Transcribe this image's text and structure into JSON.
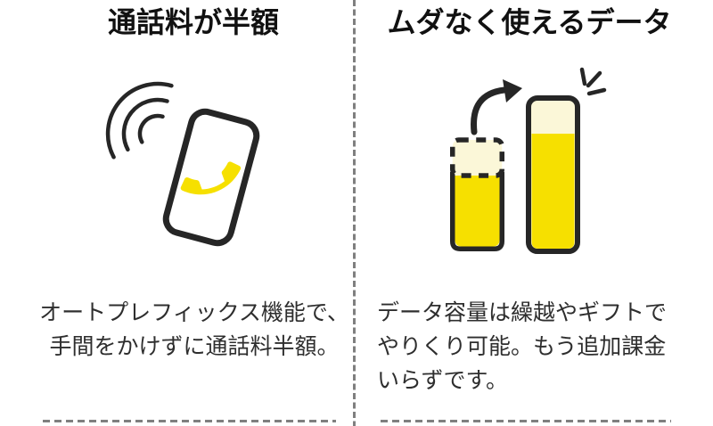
{
  "section": {
    "left_card": {
      "title": "通話料が半額",
      "body": [
        "オートプレフィックス機能で、",
        "手間をかけずに通話料半額。"
      ],
      "icon": "ringing-smartphone-icon"
    },
    "right_card": {
      "title": "ムダなく使えるデータ",
      "body": [
        "データ容量は繰越やギフトで",
        "やりくり可能。もう追加課金",
        "いらずです。"
      ],
      "icon": "data-carryover-bars-icon"
    }
  },
  "colors": {
    "yellow": "#F6E000",
    "cream": "#FBF7D8",
    "ink": "#262626",
    "title-text": "#111111",
    "body-text": "#2e2e2e",
    "divider": "#7f7f7f",
    "phone-fill": "#ffffff"
  }
}
